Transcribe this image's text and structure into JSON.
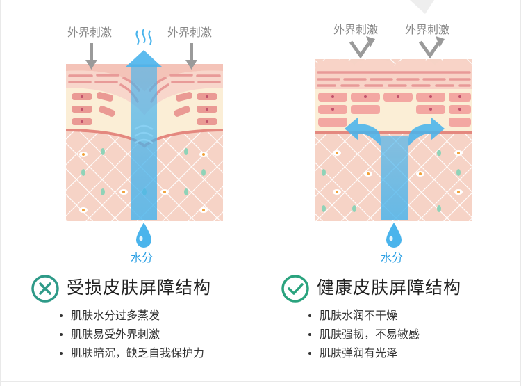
{
  "colors": {
    "water_blue": "#4ab4ec",
    "skin_pink": "#f6d0c4",
    "skin_dark": "#ea9a94",
    "cream": "#fbeed6",
    "damaged_green": "#2e9a88",
    "healthy_green": "#2aa37e"
  },
  "damaged": {
    "stimulus_left": "外界刺激",
    "stimulus_right": "外界刺激",
    "water_label": "水分",
    "title": "受损皮肤屏障结构",
    "status_icon": "x-circle-icon",
    "bullets": [
      "肌肤水分过多蒸发",
      "肌肤易受外界刺激",
      "肌肤暗沉，缺乏自我保护力"
    ]
  },
  "healthy": {
    "stimulus_left": "外界刺激",
    "stimulus_right": "外界刺激",
    "water_label": "水分",
    "title": "健康皮肤屏障结构",
    "status_icon": "check-circle-icon",
    "bullets": [
      "肌肤水润不干燥",
      "肌肤强韧，不易敏感",
      "肌肤弹润有光泽"
    ]
  }
}
